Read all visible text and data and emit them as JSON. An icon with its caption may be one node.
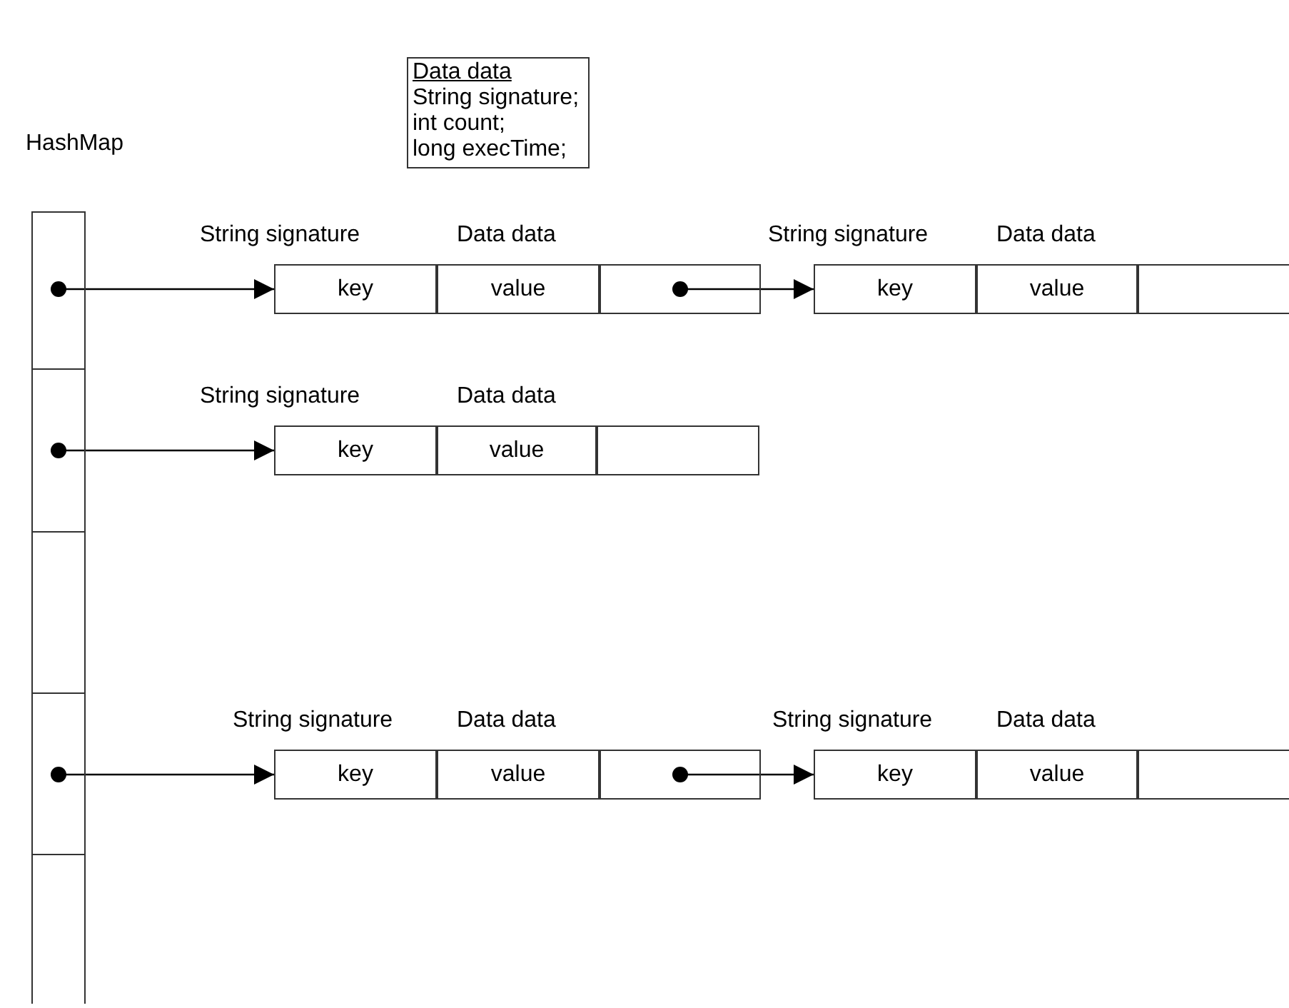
{
  "diagram": {
    "nodes": [
      {
        "text": [
          "Data data",
          "String signature;",
          "int count;",
          "long execTime;"
        ]
      },
      {
        "text": [
          "HashMap"
        ]
      },
      {
        "text": [],
        "shape": "box",
        "in": 1
      },
      {
        "text": [],
        "shape": "box",
        "in": 1
      },
      {
        "text": [],
        "shape": "box",
        "in": 1
      },
      {
        "text": [],
        "shape": "box",
        "in": 1
      },
      {
        "text": [],
        "shape": "box",
        "in": 1
      },
      {
        "text": [
          "key"
        ],
        "beside": [
          "String signature"
        ]
      },
      {
        "text": [
          "value"
        ],
        "beside": [
          "Data data"
        ]
      },
      {
        "text": [],
        "shape": "box"
      },
      {
        "text": [
          "key"
        ],
        "beside": [
          "String signature"
        ]
      },
      {
        "text": [
          "value"
        ],
        "beside": [
          "Data data"
        ]
      },
      {
        "text": [],
        "shape": "box"
      },
      {
        "text": [
          "key"
        ],
        "beside": [
          "String signature"
        ]
      },
      {
        "text": [
          "value"
        ],
        "beside": [
          "Data data"
        ]
      },
      {
        "text": [],
        "shape": "box"
      },
      {
        "text": [
          "key"
        ],
        "beside": [
          "String signature"
        ]
      },
      {
        "text": [
          "value"
        ],
        "beside": [
          "Data data"
        ]
      },
      {
        "text": [],
        "shape": "box"
      },
      {
        "text": [
          "key"
        ],
        "beside": [
          "String signature"
        ]
      },
      {
        "text": [
          "value"
        ],
        "beside": [
          "Data data"
        ]
      },
      {
        "text": [],
        "shape": "box"
      }
    ],
    "edges": [
      {
        "from": 2,
        "to": 7,
        "arrow": "to"
      },
      {
        "from": 9,
        "to": 10,
        "arrow": "to"
      },
      {
        "from": 3,
        "to": 13,
        "arrow": "to"
      },
      {
        "from": 5,
        "to": 16,
        "arrow": "to"
      },
      {
        "from": 18,
        "to": 19,
        "arrow": "to"
      }
    ]
  }
}
